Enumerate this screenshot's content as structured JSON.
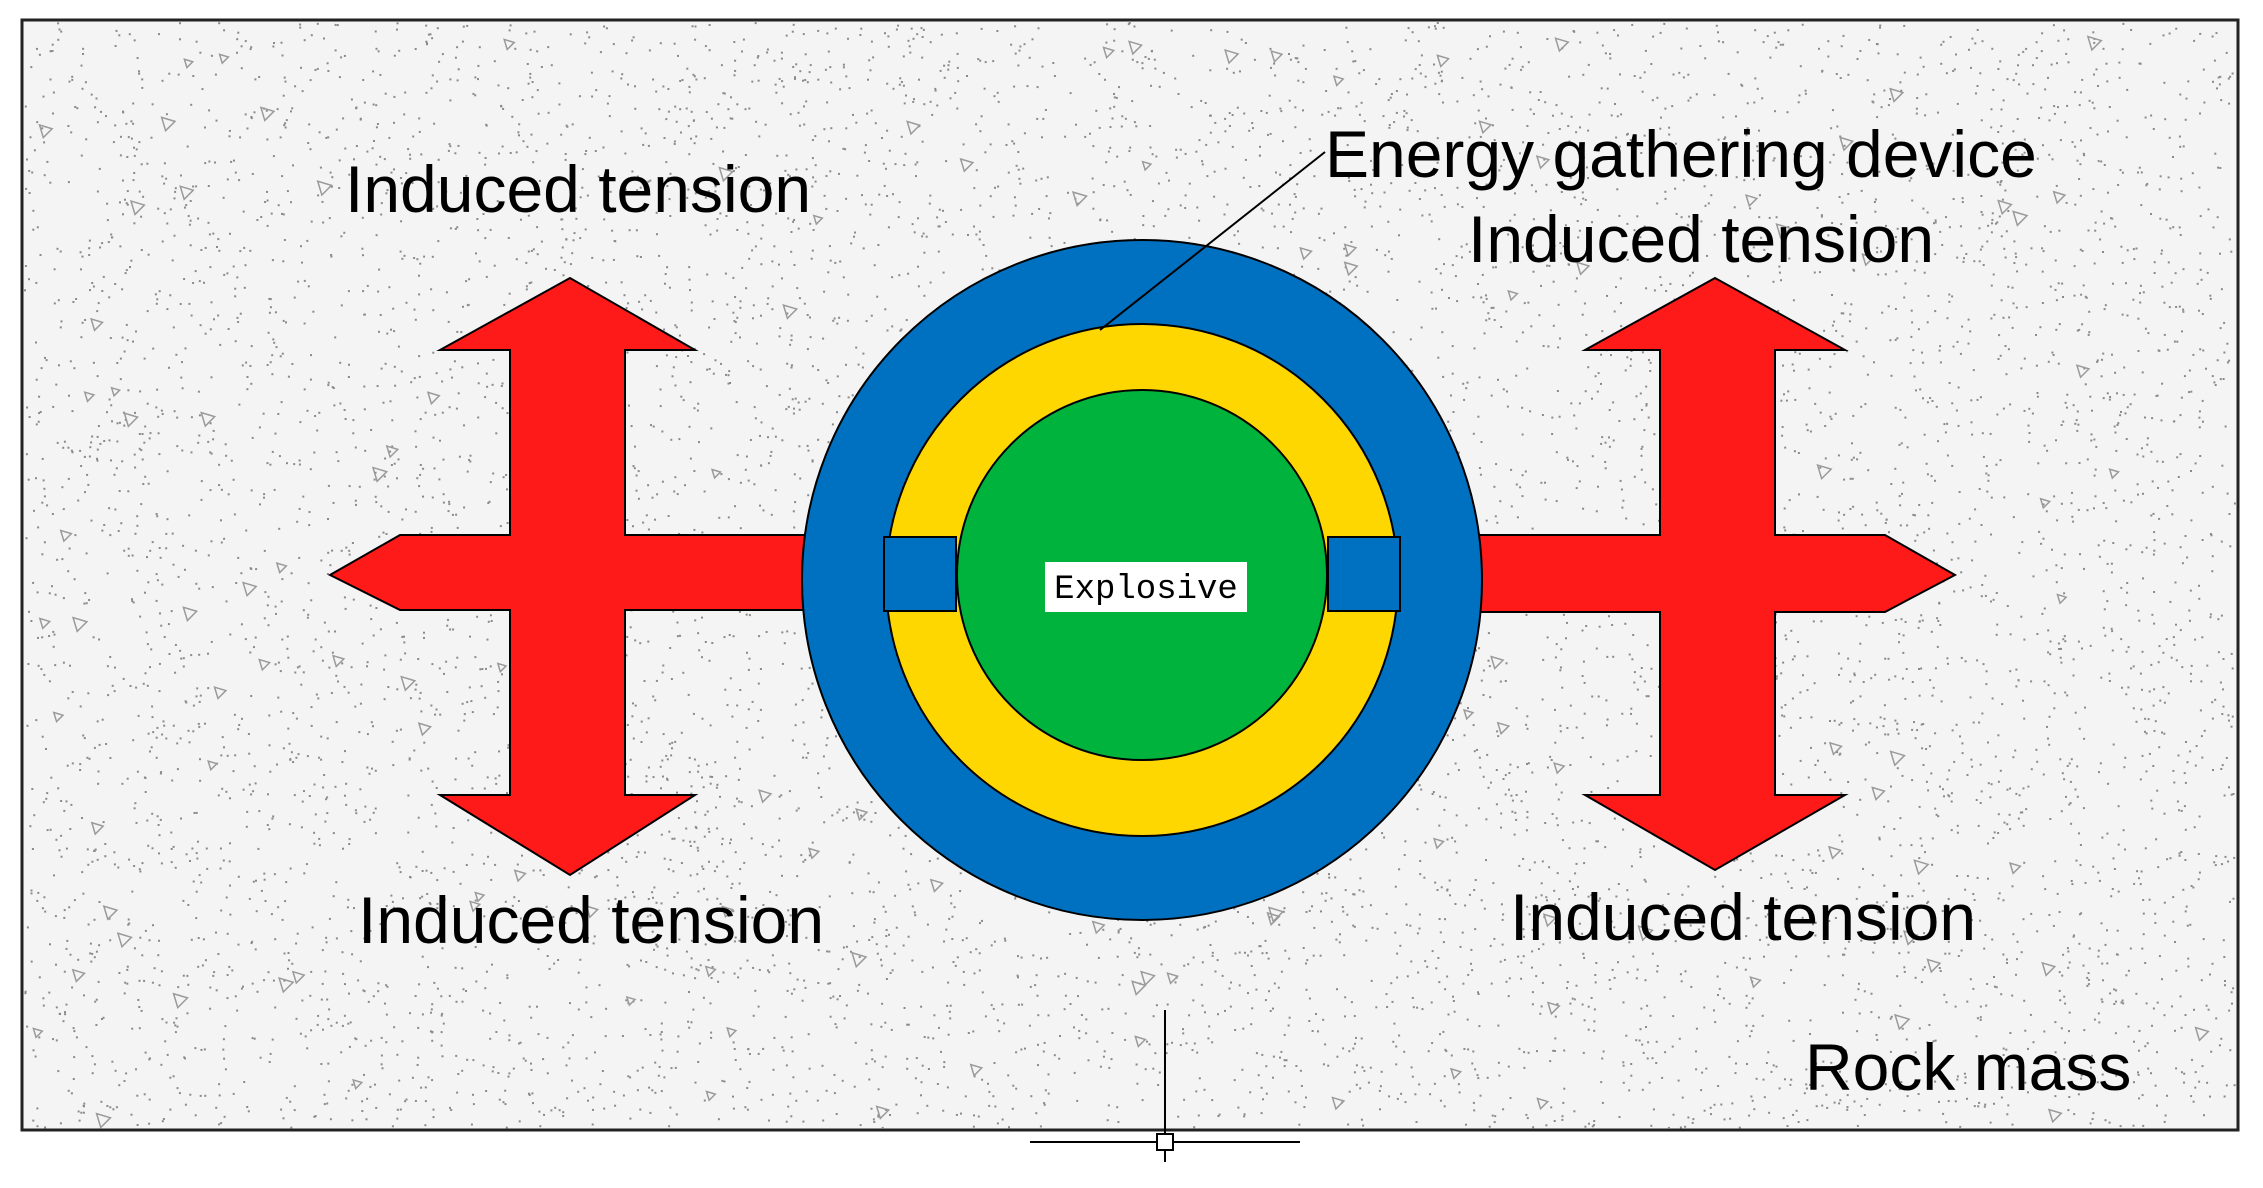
{
  "diagram": {
    "labels": {
      "induced_tension_top_left": "Induced tension",
      "induced_tension_top_right": "Induced tension",
      "induced_tension_bottom_left": "Induced tension",
      "induced_tension_bottom_right": "Induced tension",
      "energy_gathering_device": "Energy gathering device",
      "explosive": "Explosive",
      "rock_mass": "Rock mass"
    },
    "colors": {
      "outer_ring": "#0070C0",
      "middle_ring": "#FFD700",
      "core": "#00B33C",
      "arrows": "#FF1A1A",
      "background": "#F4F4F4",
      "stipple": "#8a8a8a"
    }
  }
}
